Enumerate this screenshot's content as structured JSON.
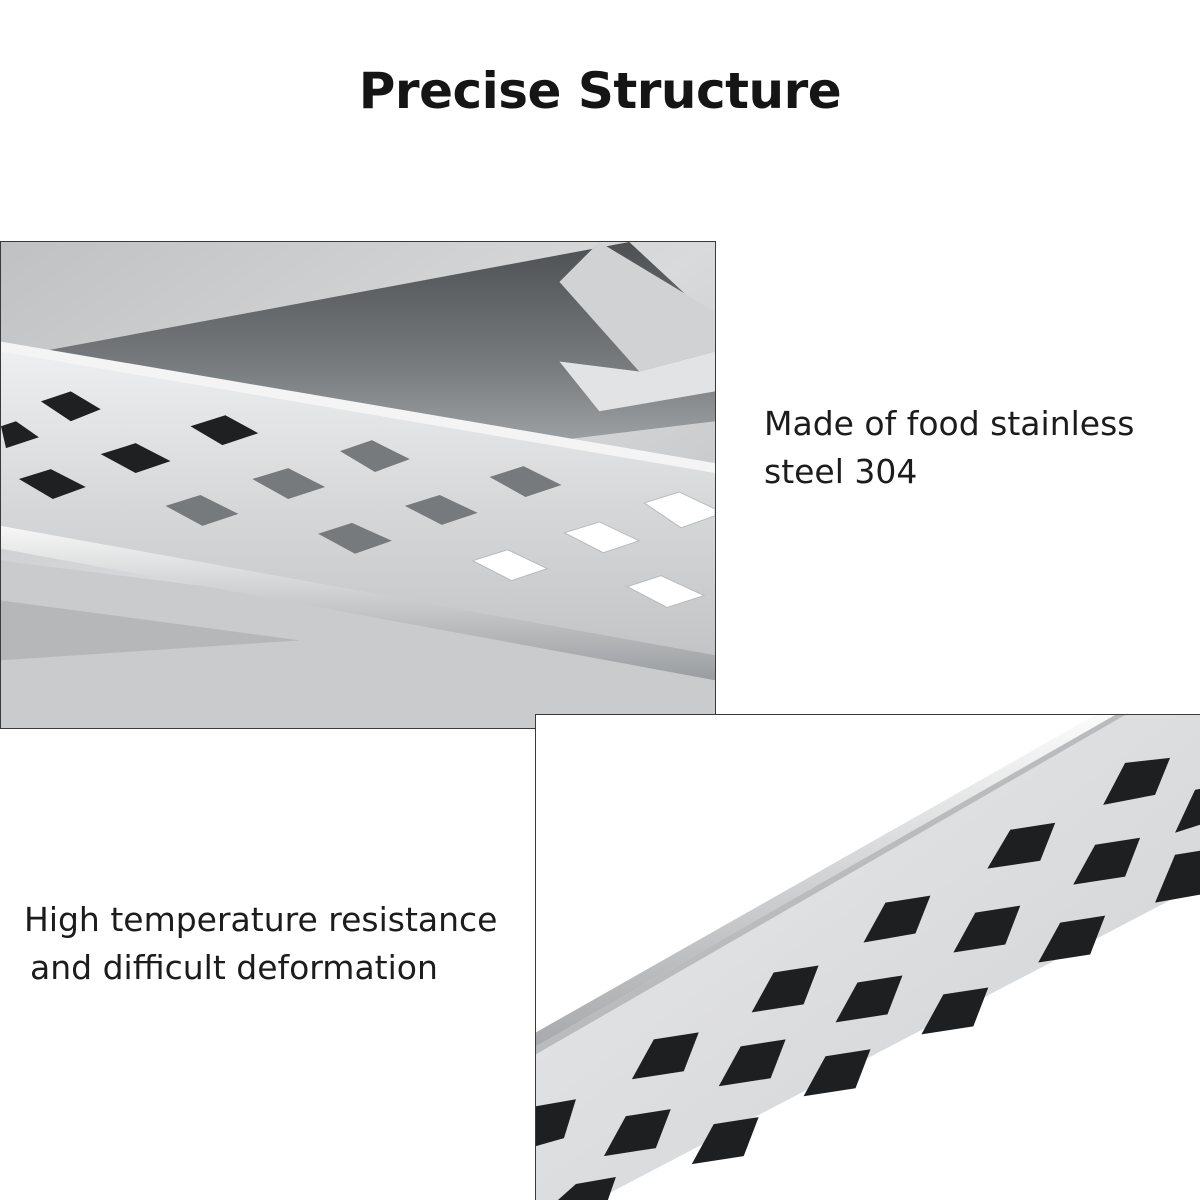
{
  "heading": "Precise Structure",
  "features": [
    {
      "lines": [
        "Made of food stainless",
        "steel 304"
      ]
    },
    {
      "lines": [
        "High temperature resistance",
        "and difficult deformation"
      ]
    }
  ],
  "images": [
    {
      "subject": "stainless steel tray with perforated diamond-hole grate"
    },
    {
      "subject": "close-up of brushed steel bar with diamond-shaped holes"
    }
  ],
  "colors": {
    "steel_light": "#e6e7e8",
    "steel_mid": "#c4c6c8",
    "steel_dark": "#8e9194",
    "hole": "#1d1d1f",
    "frame": "#3a3a3a"
  }
}
